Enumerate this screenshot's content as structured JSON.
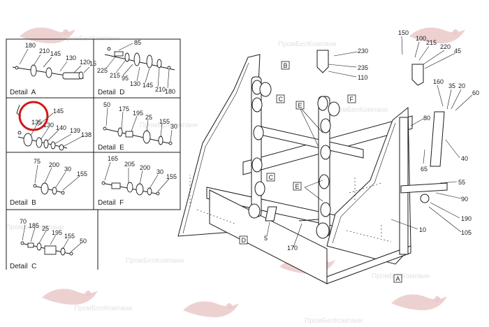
{
  "watermark": {
    "text": "ПромБелКомпани"
  },
  "colors": {
    "line": "#1a1a1a",
    "highlight": "#d01818",
    "watermark": "#e2e2e2",
    "logo": "#eac9c9"
  },
  "details": [
    {
      "id": "A",
      "title": "Detail  A",
      "callouts": [
        "180",
        "210",
        "145",
        "130",
        "120",
        "15"
      ]
    },
    {
      "id": "D",
      "title": "Detail  D",
      "callouts": [
        "85",
        "225",
        "215",
        "95",
        "130",
        "145",
        "210",
        "180"
      ]
    },
    {
      "id": "G",
      "title": "",
      "callouts": [
        "145",
        "135",
        "130",
        "140",
        "139",
        "138"
      ],
      "highlighted": "135"
    },
    {
      "id": "E",
      "title": "Detail  E",
      "callouts": [
        "50",
        "175",
        "195",
        "25",
        "155",
        "30"
      ]
    },
    {
      "id": "B",
      "title": "Detail  B",
      "callouts": [
        "75",
        "200",
        "30",
        "155"
      ]
    },
    {
      "id": "F",
      "title": "Detail  F",
      "callouts": [
        "165",
        "205",
        "200",
        "30",
        "155"
      ]
    },
    {
      "id": "C",
      "title": "Detail  C",
      "callouts": [
        "70",
        "185",
        "25",
        "195",
        "155",
        "50"
      ]
    }
  ],
  "main": {
    "tags": [
      "B",
      "C",
      "E",
      "F",
      "C",
      "E",
      "D",
      "A"
    ],
    "callouts": [
      "150",
      "100",
      "215",
      "220",
      "45",
      "230",
      "235",
      "110",
      "160",
      "35",
      "20",
      "60",
      "80",
      "65",
      "40",
      "55",
      "90",
      "190",
      "105",
      "10",
      "5",
      "170"
    ]
  }
}
